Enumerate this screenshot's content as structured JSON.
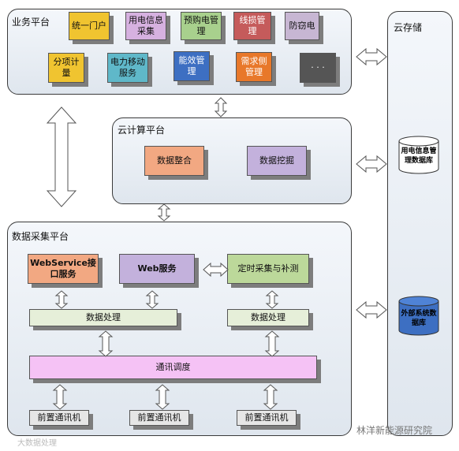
{
  "panels": {
    "business": "业务平台",
    "cloud_compute": "云计算平台",
    "data_collect": "数据采集平台",
    "cloud_storage": "云存储"
  },
  "business_boxes": [
    {
      "label": "统一门户",
      "color": "#f0c430"
    },
    {
      "label": "用电信息采集",
      "color": "#d6b1e0"
    },
    {
      "label": "预购电管理",
      "color": "#a8d08d"
    },
    {
      "label": "线损管理",
      "color": "#c55b5b"
    },
    {
      "label": "防窃电",
      "color": "#c7b6d3"
    },
    {
      "label": "分项计量",
      "color": "#f0c430"
    },
    {
      "label": "电力移动服务",
      "color": "#5fb8c9"
    },
    {
      "label": "能效管理",
      "color": "#3d6fc2"
    },
    {
      "label": "需求侧管理",
      "color": "#e8782a"
    },
    {
      "label": "· · ·",
      "color": "#555555"
    }
  ],
  "cloud_boxes": [
    {
      "label": "数据整合",
      "color": "#f2a882"
    },
    {
      "label": "数据挖掘",
      "color": "#c3b1dc"
    }
  ],
  "collect_boxes": {
    "webservice": {
      "label": "WebService接口服务",
      "color": "#f2a882"
    },
    "web": {
      "label": "Web服务",
      "color": "#c3b1dc"
    },
    "timed": {
      "label": "定时采集与补测",
      "color": "#bcd89a"
    },
    "proc_left": {
      "label": "数据处理",
      "color": "#e6efd9"
    },
    "proc_right": {
      "label": "数据处理",
      "color": "#e6efd9"
    },
    "comm": {
      "label": "通讯调度",
      "color": "#f5c2f5"
    },
    "front": [
      {
        "label": "前置通讯机"
      },
      {
        "label": "前置通讯机"
      },
      {
        "label": "前置通讯机"
      }
    ]
  },
  "storage": {
    "db1": "用电信息管理数据库",
    "db2": "外部系统数据库"
  },
  "watermarks": {
    "left": "大数据处理",
    "right": "林洋新能源研究院"
  }
}
